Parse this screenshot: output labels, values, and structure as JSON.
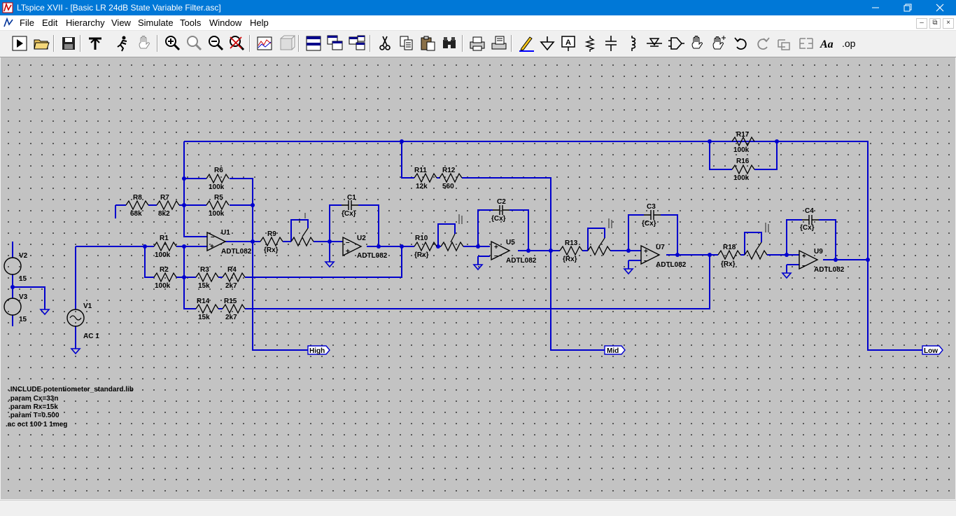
{
  "window": {
    "title": "LTspice XVII - [Basic LR 24dB State Variable Filter.asc]"
  },
  "menu": {
    "file": "File",
    "edit": "Edit",
    "hierarchy": "Hierarchy",
    "view": "View",
    "simulate": "Simulate",
    "tools": "Tools",
    "window": "Window",
    "help": "Help"
  },
  "mdi_controls": [
    "–",
    "⧉",
    "×"
  ],
  "toolbar": {
    "text_icon": "Aa",
    "op_icon": ".op"
  },
  "components": {
    "R1": {
      "ref": "R1",
      "value": "100k"
    },
    "R2": {
      "ref": "R2",
      "value": "100k"
    },
    "R3": {
      "ref": "R3",
      "value": "15k"
    },
    "R4": {
      "ref": "R4",
      "value": "2k7"
    },
    "R5": {
      "ref": "R5",
      "value": "100k"
    },
    "R6": {
      "ref": "R6",
      "value": "100k"
    },
    "R7": {
      "ref": "R7",
      "value": "8k2"
    },
    "R8": {
      "ref": "R8",
      "value": "68k"
    },
    "R9": {
      "ref": "R9",
      "value": "{Rx}"
    },
    "R10": {
      "ref": "R10",
      "value": "{Rx}"
    },
    "R11": {
      "ref": "R11",
      "value": "12k"
    },
    "R12": {
      "ref": "R12",
      "value": "560"
    },
    "R13": {
      "ref": "R13",
      "value": "{Rx}"
    },
    "R14": {
      "ref": "R14",
      "value": "15k"
    },
    "R15": {
      "ref": "R15",
      "value": "2k7"
    },
    "R16": {
      "ref": "R16",
      "value": "100k"
    },
    "R17": {
      "ref": "R17",
      "value": "100k"
    },
    "R18": {
      "ref": "R18",
      "value": "{Rx}"
    },
    "C1": {
      "ref": "C1",
      "value": "{Cx}"
    },
    "C2": {
      "ref": "C2",
      "value": "{Cx}"
    },
    "C3": {
      "ref": "C3",
      "value": "{Cx}"
    },
    "C4": {
      "ref": "C4",
      "value": "{Cx}"
    },
    "U1": {
      "ref": "U1",
      "value": "ADTL082"
    },
    "U2": {
      "ref": "U2",
      "value": "ADTL082"
    },
    "U5": {
      "ref": "U5",
      "value": "ADTL082"
    },
    "U7": {
      "ref": "U7",
      "value": "ADTL082"
    },
    "U9": {
      "ref": "U9",
      "value": "ADTL082"
    },
    "V1": {
      "ref": "V1",
      "value": "AC 1"
    },
    "V2": {
      "ref": "V2",
      "value": "15"
    },
    "V3": {
      "ref": "V3",
      "value": "15"
    }
  },
  "net_labels": {
    "high": "High",
    "mid": "Mid",
    "low": "Low"
  },
  "directives": {
    "include": ".INCLUDE potentiometer_standard.lib",
    "cx": ".param Cx=33n",
    "rx": ".param Rx=15k",
    "t": ".param T=0.500",
    "ac": ".ac oct 100 1 1meg"
  },
  "colors": {
    "titlebar": "#0078d7",
    "wire": "#0000cd",
    "canvas": "#c3c3c3",
    "grid_dot": "#3c3c3c"
  }
}
